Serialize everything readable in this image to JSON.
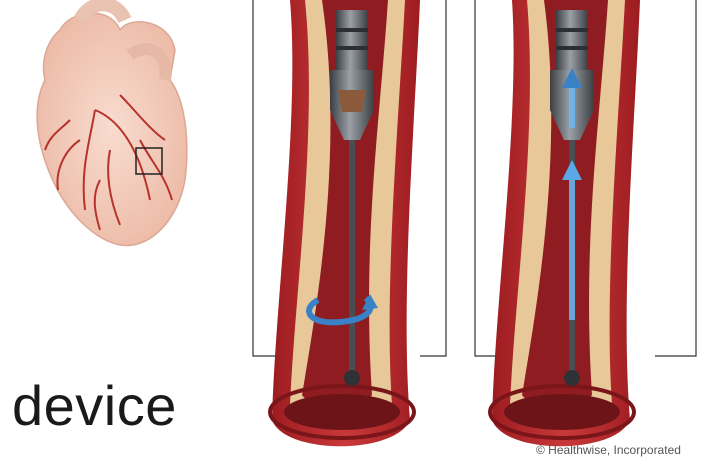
{
  "labels": {
    "caption_word": "device",
    "copyright": "© Healthwise, Incorporated"
  },
  "colors": {
    "vessel_outer": "#b8292a",
    "vessel_lumen": "#8e1b1f",
    "plaque": "#e7c79a",
    "heart": "#f2c7b4",
    "arteries": "#c0392b",
    "device_metal": "#555a60",
    "rotation_arrow": "#3a82c8",
    "suction_arrow": "#5aa8e8"
  },
  "panels": [
    {
      "name": "rotational-cutting-panel",
      "arrow": "rotation"
    },
    {
      "name": "aspiration-panel",
      "arrow": "suction"
    }
  ]
}
